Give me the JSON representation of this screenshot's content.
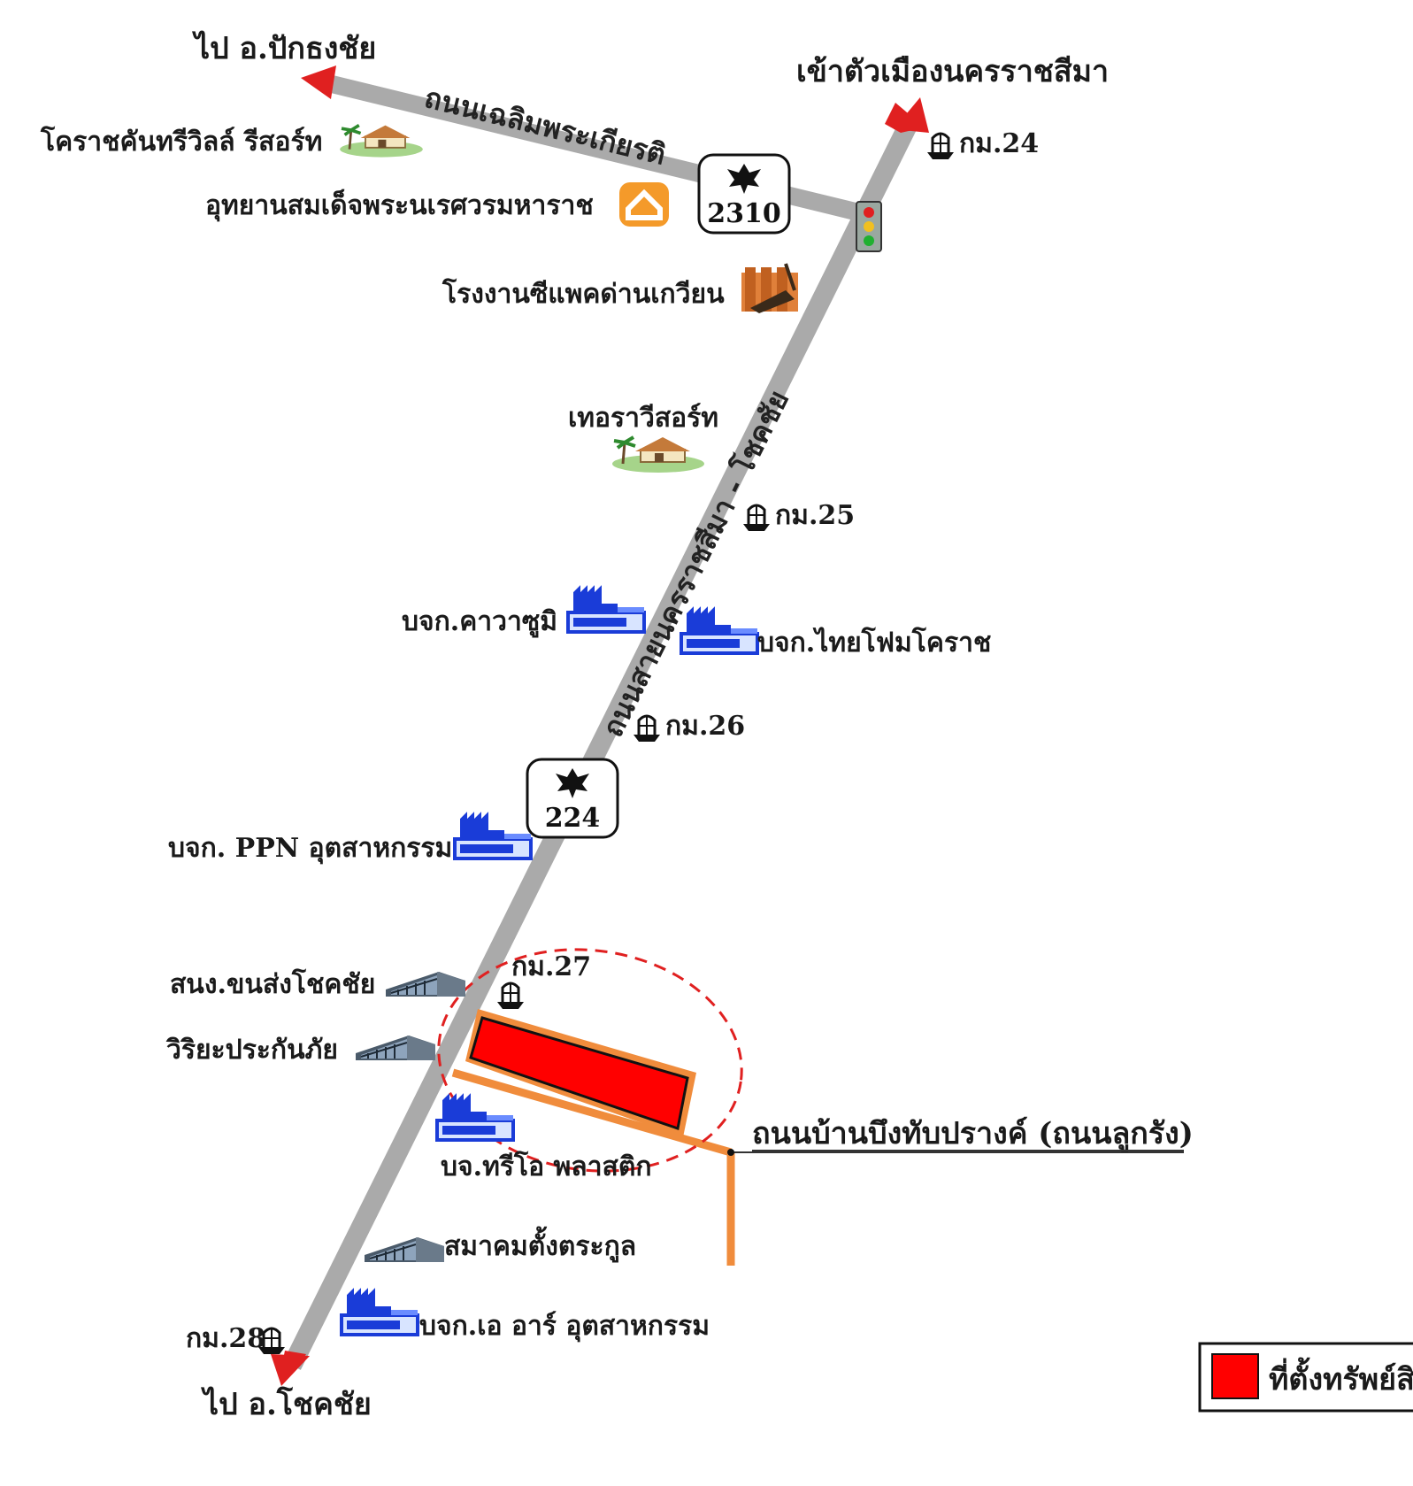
{
  "destinations": {
    "northwest": "ไป อ.ปักธงชัย",
    "northeast": "เข้าตัวเมืองนครราชสีมา",
    "south": "ไป อ.โชคชัย"
  },
  "roads": {
    "upper_road_name": "ถนนเฉลิมพระเกียรติ",
    "main_road_name": "ถนนสายนครราชสีมา - โชคชัย",
    "side_road_name": "ถนนบ้านบึงทับปรางค์ (ถนนลูกรัง)"
  },
  "highway_shields": {
    "upper": "2310",
    "lower": "224"
  },
  "km_markers": {
    "km24": "กม.24",
    "km25": "กม.25",
    "km26": "กม.26",
    "km27": "กม.27",
    "km28": "กม.28"
  },
  "landmarks": {
    "korat_country_resort": "โคราชคันทรีวิลล์ รีสอร์ท",
    "udyan": "อุทยานสมเด็จพระนเรศวรมหาราช",
    "cpac_plant": "โรงงานซีแพคด่านเกวียน",
    "terra_resort": "เทอราวีสอร์ท",
    "kawasumi": "บจก.คาวาซูมิ",
    "thai_foam": "บจก.ไทยโฟมโคราช",
    "ppn": "บจก. PPN อุตสาหกรรม",
    "transport_office": "สนง.ขนส่งโชคชัย",
    "viriya": "วิริยะประกันภัย",
    "trio_plastic": "บจ.ทรีโอ พลาสติก",
    "tangtrakul": "สมาคมตั้งตระกูล",
    "ar_industry": "บจก.เอ อาร์ อุตสาหกรรม"
  },
  "legend": {
    "property_label": "ที่ตั้งทรัพย์สิน"
  },
  "colors": {
    "road": "#aaaaaa",
    "arrow": "#e02020",
    "property": "#ff0000",
    "property_border": "#f08c3c",
    "circle": "#e02020",
    "factory": "#1a3cd8"
  },
  "icons": {
    "km_marker": "km-post-icon",
    "factory": "factory-icon",
    "resort": "resort-icon",
    "park": "house-icon",
    "cement_plant": "cement-plant-icon",
    "office": "office-building-icon",
    "traffic_light": "traffic-light-icon",
    "garuda": "garuda-emblem-icon"
  }
}
